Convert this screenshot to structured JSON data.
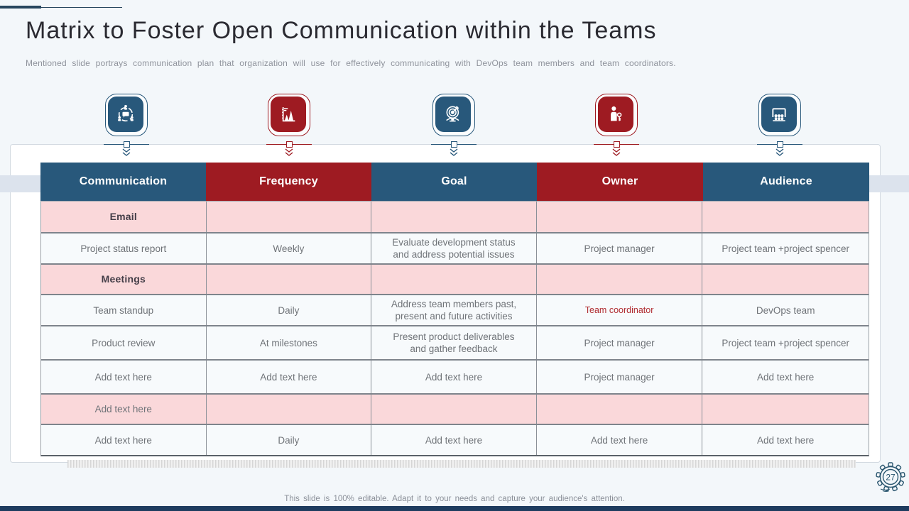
{
  "slide": {
    "title": "Matrix to Foster Open Communication within the Teams",
    "subtitle": "Mentioned slide portrays communication plan that organization will use for effectively communicating with DevOps team members and team coordinators.",
    "footer": "This slide is 100% editable. Adapt it to your needs and capture your audience's attention.",
    "page_number": "27"
  },
  "colors": {
    "blue": "#28587B",
    "red": "#9E1B22",
    "pink_row": "#FAD8DA",
    "light_row": "#F7FAFC",
    "background": "#F3F7FA",
    "owner_highlight_text": "#B02C31",
    "grid_border": "#7E848C"
  },
  "icons": [
    {
      "name": "communication-network-icon",
      "color": "blue"
    },
    {
      "name": "frequency-chart-icon",
      "color": "red"
    },
    {
      "name": "goal-target-icon",
      "color": "blue"
    },
    {
      "name": "owner-key-icon",
      "color": "red"
    },
    {
      "name": "audience-presentation-icon",
      "color": "blue"
    }
  ],
  "table": {
    "columns": [
      {
        "label": "Communication",
        "color": "#28587B"
      },
      {
        "label": "Frequency",
        "color": "#9E1B22"
      },
      {
        "label": "Goal",
        "color": "#28587B"
      },
      {
        "label": "Owner",
        "color": "#9E1B22"
      },
      {
        "label": "Audience",
        "color": "#28587B"
      }
    ],
    "rows": [
      {
        "type": "section",
        "cells": [
          "Email",
          "",
          "",
          "",
          ""
        ]
      },
      {
        "type": "data",
        "cells": [
          "Project status report",
          "Weekly",
          "Evaluate development status and address potential issues",
          "Project manager",
          "Project team +project spencer"
        ]
      },
      {
        "type": "section",
        "cells": [
          "Meetings",
          "",
          "",
          "",
          ""
        ]
      },
      {
        "type": "data",
        "cells": [
          "Team standup",
          "Daily",
          "Address team members past, present and future activities",
          "Team coordinator",
          "DevOps team"
        ]
      },
      {
        "type": "data",
        "cells": [
          "Product review",
          "At milestones",
          "Present product deliverables and gather feedback",
          "Project manager",
          "Project team +project spencer"
        ]
      },
      {
        "type": "data",
        "cells": [
          "Add text here",
          "Add text here",
          "Add text here",
          "Project manager",
          "Add text here"
        ]
      },
      {
        "type": "section-placeholder",
        "cells": [
          "Add text here",
          "",
          "",
          "",
          ""
        ]
      },
      {
        "type": "data",
        "cells": [
          "Add text here",
          "Daily",
          "Add text here",
          "Add text here",
          "Add text here"
        ]
      }
    ]
  }
}
